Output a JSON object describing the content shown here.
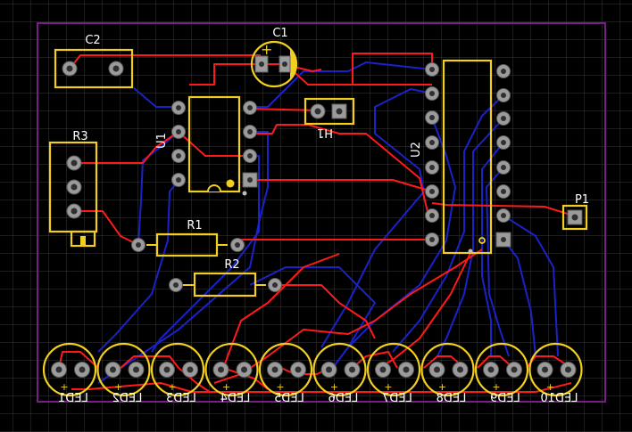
{
  "board": {
    "colors": {
      "background": "#000000",
      "grid": "#3a3a3a",
      "board_edge": "#7a1c8a",
      "top_copper": "#ff1a1a",
      "bottom_copper": "#1a22c8",
      "silkscreen": "#f2cf1f",
      "designator_text": "#ffffff",
      "pad": "#9b9b9b"
    }
  },
  "components": {
    "c2": {
      "designator": "C2"
    },
    "c1": {
      "designator": "C1",
      "polarity": "+"
    },
    "r3": {
      "designator": "R3"
    },
    "u1": {
      "designator": "U1"
    },
    "h1": {
      "designator": "H1"
    },
    "u2": {
      "designator": "U2"
    },
    "p1": {
      "designator": "P1"
    },
    "r1": {
      "designator": "R1"
    },
    "r2": {
      "designator": "R2"
    }
  },
  "leds": [
    {
      "designator": "LED1"
    },
    {
      "designator": "LED2"
    },
    {
      "designator": "LED3"
    },
    {
      "designator": "LED4"
    },
    {
      "designator": "LED5"
    },
    {
      "designator": "LED6"
    },
    {
      "designator": "LED7"
    },
    {
      "designator": "LED8"
    },
    {
      "designator": "LED9"
    },
    {
      "designator": "LED10"
    }
  ]
}
